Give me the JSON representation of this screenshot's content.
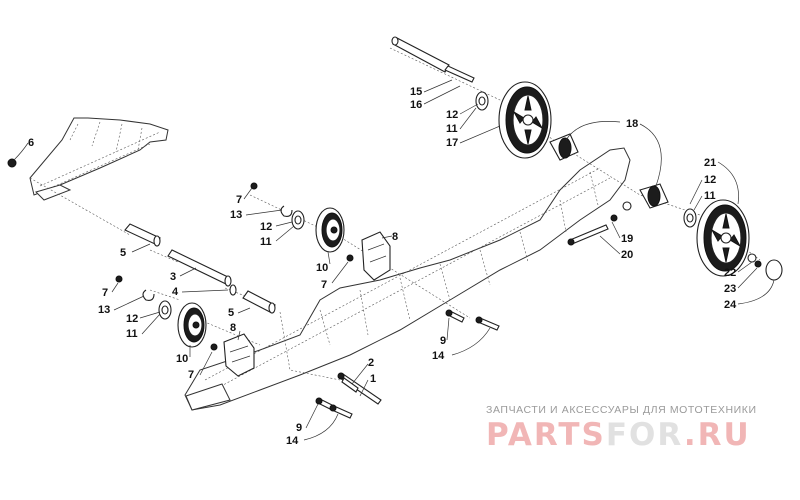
{
  "callouts": {
    "c1": "1",
    "c2": "2",
    "c3": "3",
    "c4": "4",
    "c5a": "5",
    "c5b": "5",
    "c6": "6",
    "c7a": "7",
    "c7b": "7",
    "c7c": "7",
    "c7d": "7",
    "c8a": "8",
    "c8b": "8",
    "c9a": "9",
    "c9b": "9",
    "c10a": "10",
    "c10b": "10",
    "c11a": "11",
    "c11b": "11",
    "c11c": "11",
    "c11d": "11",
    "c12a": "12",
    "c12b": "12",
    "c12c": "12",
    "c12d": "12",
    "c13a": "13",
    "c13b": "13",
    "c14a": "14",
    "c14b": "14",
    "c15": "15",
    "c16": "16",
    "c17": "17",
    "c18": "18",
    "c19": "19",
    "c20": "20",
    "c21": "21",
    "c22": "22",
    "c23": "23",
    "c24": "24"
  },
  "watermark": {
    "tagline": "ЗАПЧАСТИ И АКСЕССУАРЫ ДЛЯ МОТОТЕХНИКИ",
    "brand_part1": "PARTS",
    "brand_part2": "FOR",
    "brand_part3": ".RU"
  },
  "colors": {
    "line": "#222222",
    "watermark_red": "#f1b6b6",
    "watermark_gray": "#e1e1e1"
  }
}
